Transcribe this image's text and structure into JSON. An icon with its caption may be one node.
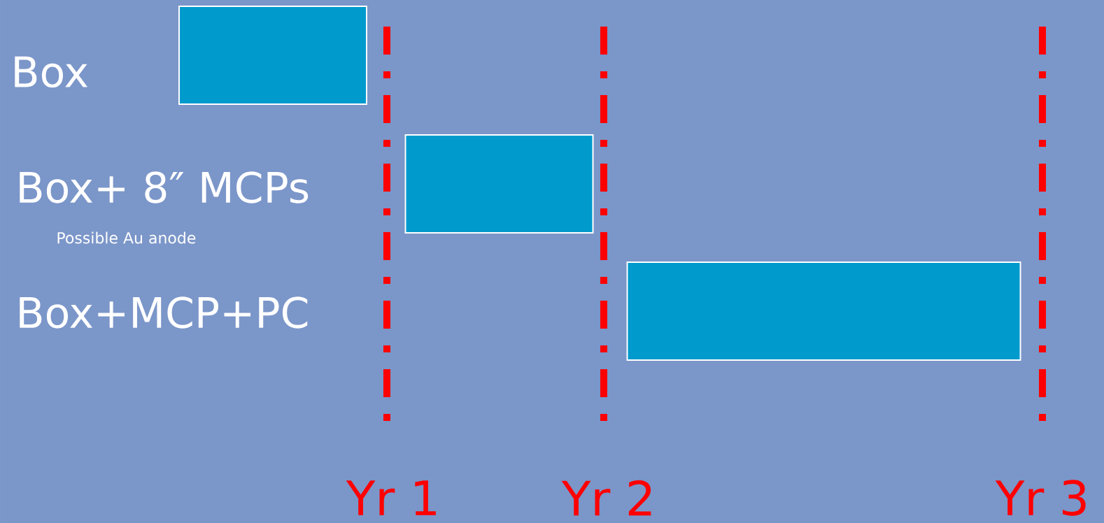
{
  "diagram": {
    "nodes": [
      {
        "text": [],
        "shape": "box"
      },
      {
        "text": [],
        "shape": "box"
      },
      {
        "text": [],
        "shape": "box"
      }
    ],
    "labels": [
      "Box",
      "Box+ 8″ MCPs",
      "Possible Au anode",
      "Box+MCP+PC",
      "Yr 1",
      "Yr 2",
      "Yr 3"
    ]
  }
}
